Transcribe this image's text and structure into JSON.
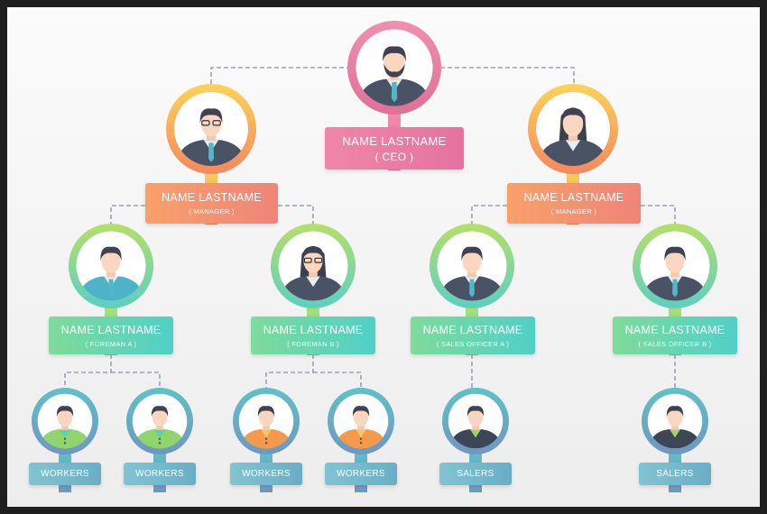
{
  "colors": {
    "ceo": "#ec7ca3",
    "manager": "#f5956b",
    "foreman": "#5fd3c0",
    "worker": "#6fb6c9",
    "connector": "#8a8fa8"
  },
  "nodes": [
    {
      "id": "ceo",
      "name": "NAME LASTNAME",
      "role": "( CEO )",
      "tier": "ceo",
      "avatar": "man-beard"
    },
    {
      "id": "mgr-a",
      "name": "NAME LASTNAME",
      "role": "( MANAGER )",
      "tier": "manager",
      "avatar": "man-glasses"
    },
    {
      "id": "mgr-b",
      "name": "NAME LASTNAME",
      "role": "( MANAGER )",
      "tier": "manager",
      "avatar": "woman"
    },
    {
      "id": "fa",
      "name": "NAME LASTNAME",
      "role": "( FOREMAN A )",
      "tier": "foreman",
      "avatar": "man"
    },
    {
      "id": "fb",
      "name": "NAME LASTNAME",
      "role": "( FOREMAN B )",
      "tier": "foreman",
      "avatar": "woman-glasses"
    },
    {
      "id": "sa",
      "name": "NAME LASTNAME",
      "role": "( SALES OFFICER A )",
      "tier": "foreman",
      "avatar": "man"
    },
    {
      "id": "sb",
      "name": "NAME LASTNAME",
      "role": "( SALES OFFICER B )",
      "tier": "foreman",
      "avatar": "man"
    },
    {
      "id": "w1",
      "name": "WORKERS",
      "tier": "worker",
      "avatar": "worker-green"
    },
    {
      "id": "w2",
      "name": "WORKERS",
      "tier": "worker",
      "avatar": "worker-green"
    },
    {
      "id": "w3",
      "name": "WORKERS",
      "tier": "worker",
      "avatar": "worker-orange"
    },
    {
      "id": "w4",
      "name": "WORKERS",
      "tier": "worker",
      "avatar": "worker-orange-f"
    },
    {
      "id": "s1",
      "name": "SALERS",
      "tier": "worker",
      "avatar": "saler-f"
    },
    {
      "id": "s2",
      "name": "SALERS",
      "tier": "worker",
      "avatar": "saler-m"
    }
  ]
}
